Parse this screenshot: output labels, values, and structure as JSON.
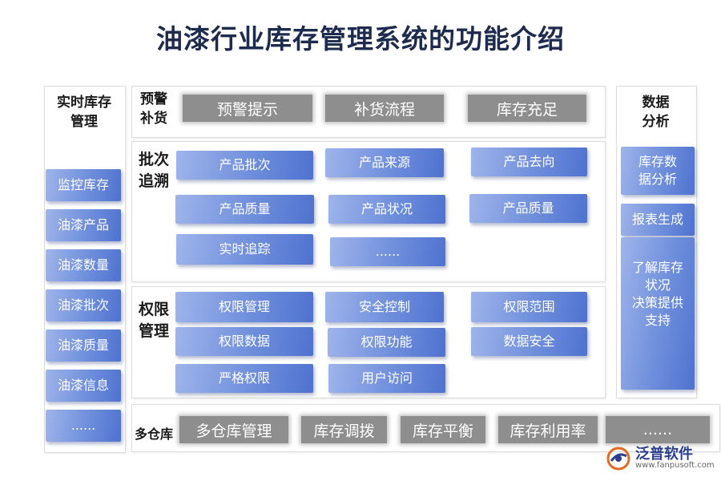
{
  "title": "油漆行业库存管理系统的功能介绍",
  "left": {
    "header": "实时库存\n管理",
    "items": [
      "监控库存",
      "油漆产品",
      "油漆数量",
      "油漆批次",
      "油漆质量",
      "油漆信息",
      "......"
    ]
  },
  "warning": {
    "label": "预警\n补货",
    "items": [
      "预警提示",
      "补货流程",
      "库存充足"
    ]
  },
  "batch": {
    "label": "批次\n追溯",
    "items": [
      "产品批次",
      "产品来源",
      "产品去向",
      "产品质量",
      "产品状况",
      "产品质量",
      "实时追踪",
      "......"
    ]
  },
  "permission": {
    "label": "权限\n管理",
    "items": [
      "权限管理",
      "安全控制",
      "权限范围",
      "权限数据",
      "权限功能",
      "数据安全",
      "严格权限",
      "用户访问"
    ]
  },
  "multi": {
    "label": "多仓库",
    "items": [
      "多仓库管理",
      "库存调拨",
      "库存平衡",
      "库存利用率",
      "......"
    ]
  },
  "right": {
    "header": "数据\n分析",
    "items": [
      "库存数\n据分析",
      "报表生成",
      "了解库存\n状况\n决策提供\n支持"
    ]
  },
  "logo": {
    "name": "泛普软件",
    "url": "www.fanpusoft.com"
  },
  "colors": {
    "accent": "#5b7bd5",
    "gray_button": "#8e8e8e"
  }
}
